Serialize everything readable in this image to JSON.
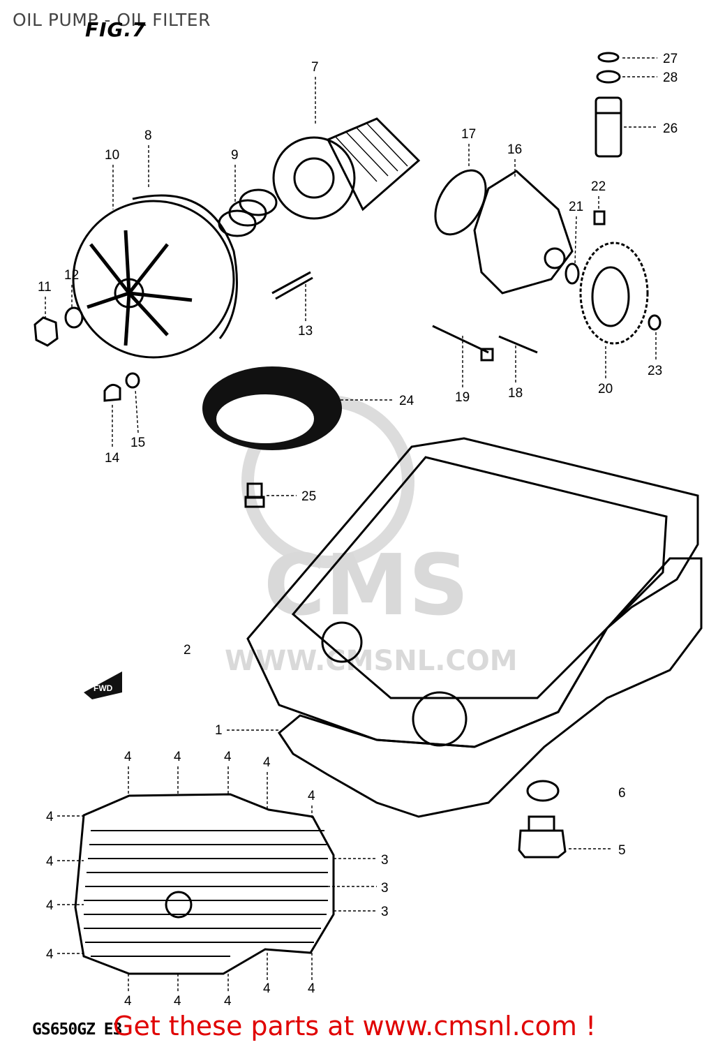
{
  "header": {
    "title": "OIL PUMP - OIL FILTER",
    "figure": "FIG.7"
  },
  "footer": {
    "model_code": "GS650GZ E3",
    "cta": "Get these parts at www.cmsnl.com !"
  },
  "watermark": {
    "brand": "CMS",
    "url": "WWW.CMSNL.COM"
  },
  "fwd_arrow": "FWD",
  "colors": {
    "cta": "#e00000",
    "line": "#000000",
    "watermark": "#d9d9d9"
  },
  "callouts": {
    "p27": "27",
    "p28": "28",
    "p26": "26",
    "p7": "7",
    "p8": "8",
    "p10": "10",
    "p9": "9",
    "p17": "17",
    "p16": "16",
    "p22": "22",
    "p21": "21",
    "p11": "11",
    "p12": "12",
    "p13": "13",
    "p19": "19",
    "p18": "18",
    "p20": "20",
    "p23": "23",
    "p24": "24",
    "p14": "14",
    "p15": "15",
    "p25": "25",
    "p2": "2",
    "p1": "1",
    "p6": "6",
    "p5": "5",
    "p3a": "3",
    "p3b": "3",
    "p3c": "3",
    "p4_top1": "4",
    "p4_top2": "4",
    "p4_top3": "4",
    "p4_top4": "4",
    "p4_top5": "4",
    "p4_l1": "4",
    "p4_l2": "4",
    "p4_l3": "4",
    "p4_l4": "4",
    "p4_b1": "4",
    "p4_b2": "4",
    "p4_b3": "4",
    "p4_b4": "4",
    "p4_b5": "4"
  }
}
